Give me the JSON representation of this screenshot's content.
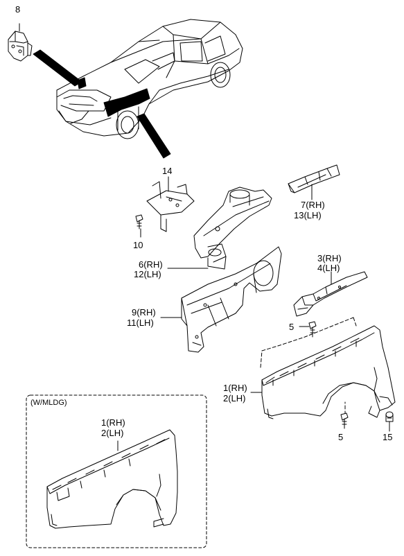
{
  "callouts": {
    "c8": "8",
    "c14": "14",
    "c10": "10",
    "c7": "7(RH)",
    "c13": "13(LH)",
    "c6": "6(RH)",
    "c12": "12(LH)",
    "c3": "3(RH)",
    "c4": "4(LH)",
    "c9": "9(RH)",
    "c11": "11(LH)",
    "c5a": "5",
    "c1": "1(RH)",
    "c2": "2(LH)",
    "c5b": "5",
    "c15": "15"
  },
  "inset": {
    "title": "(W/MLDG)",
    "c1": "1(RH)",
    "c2": "2(LH)"
  },
  "colors": {
    "line": "#000000",
    "background": "#ffffff"
  }
}
